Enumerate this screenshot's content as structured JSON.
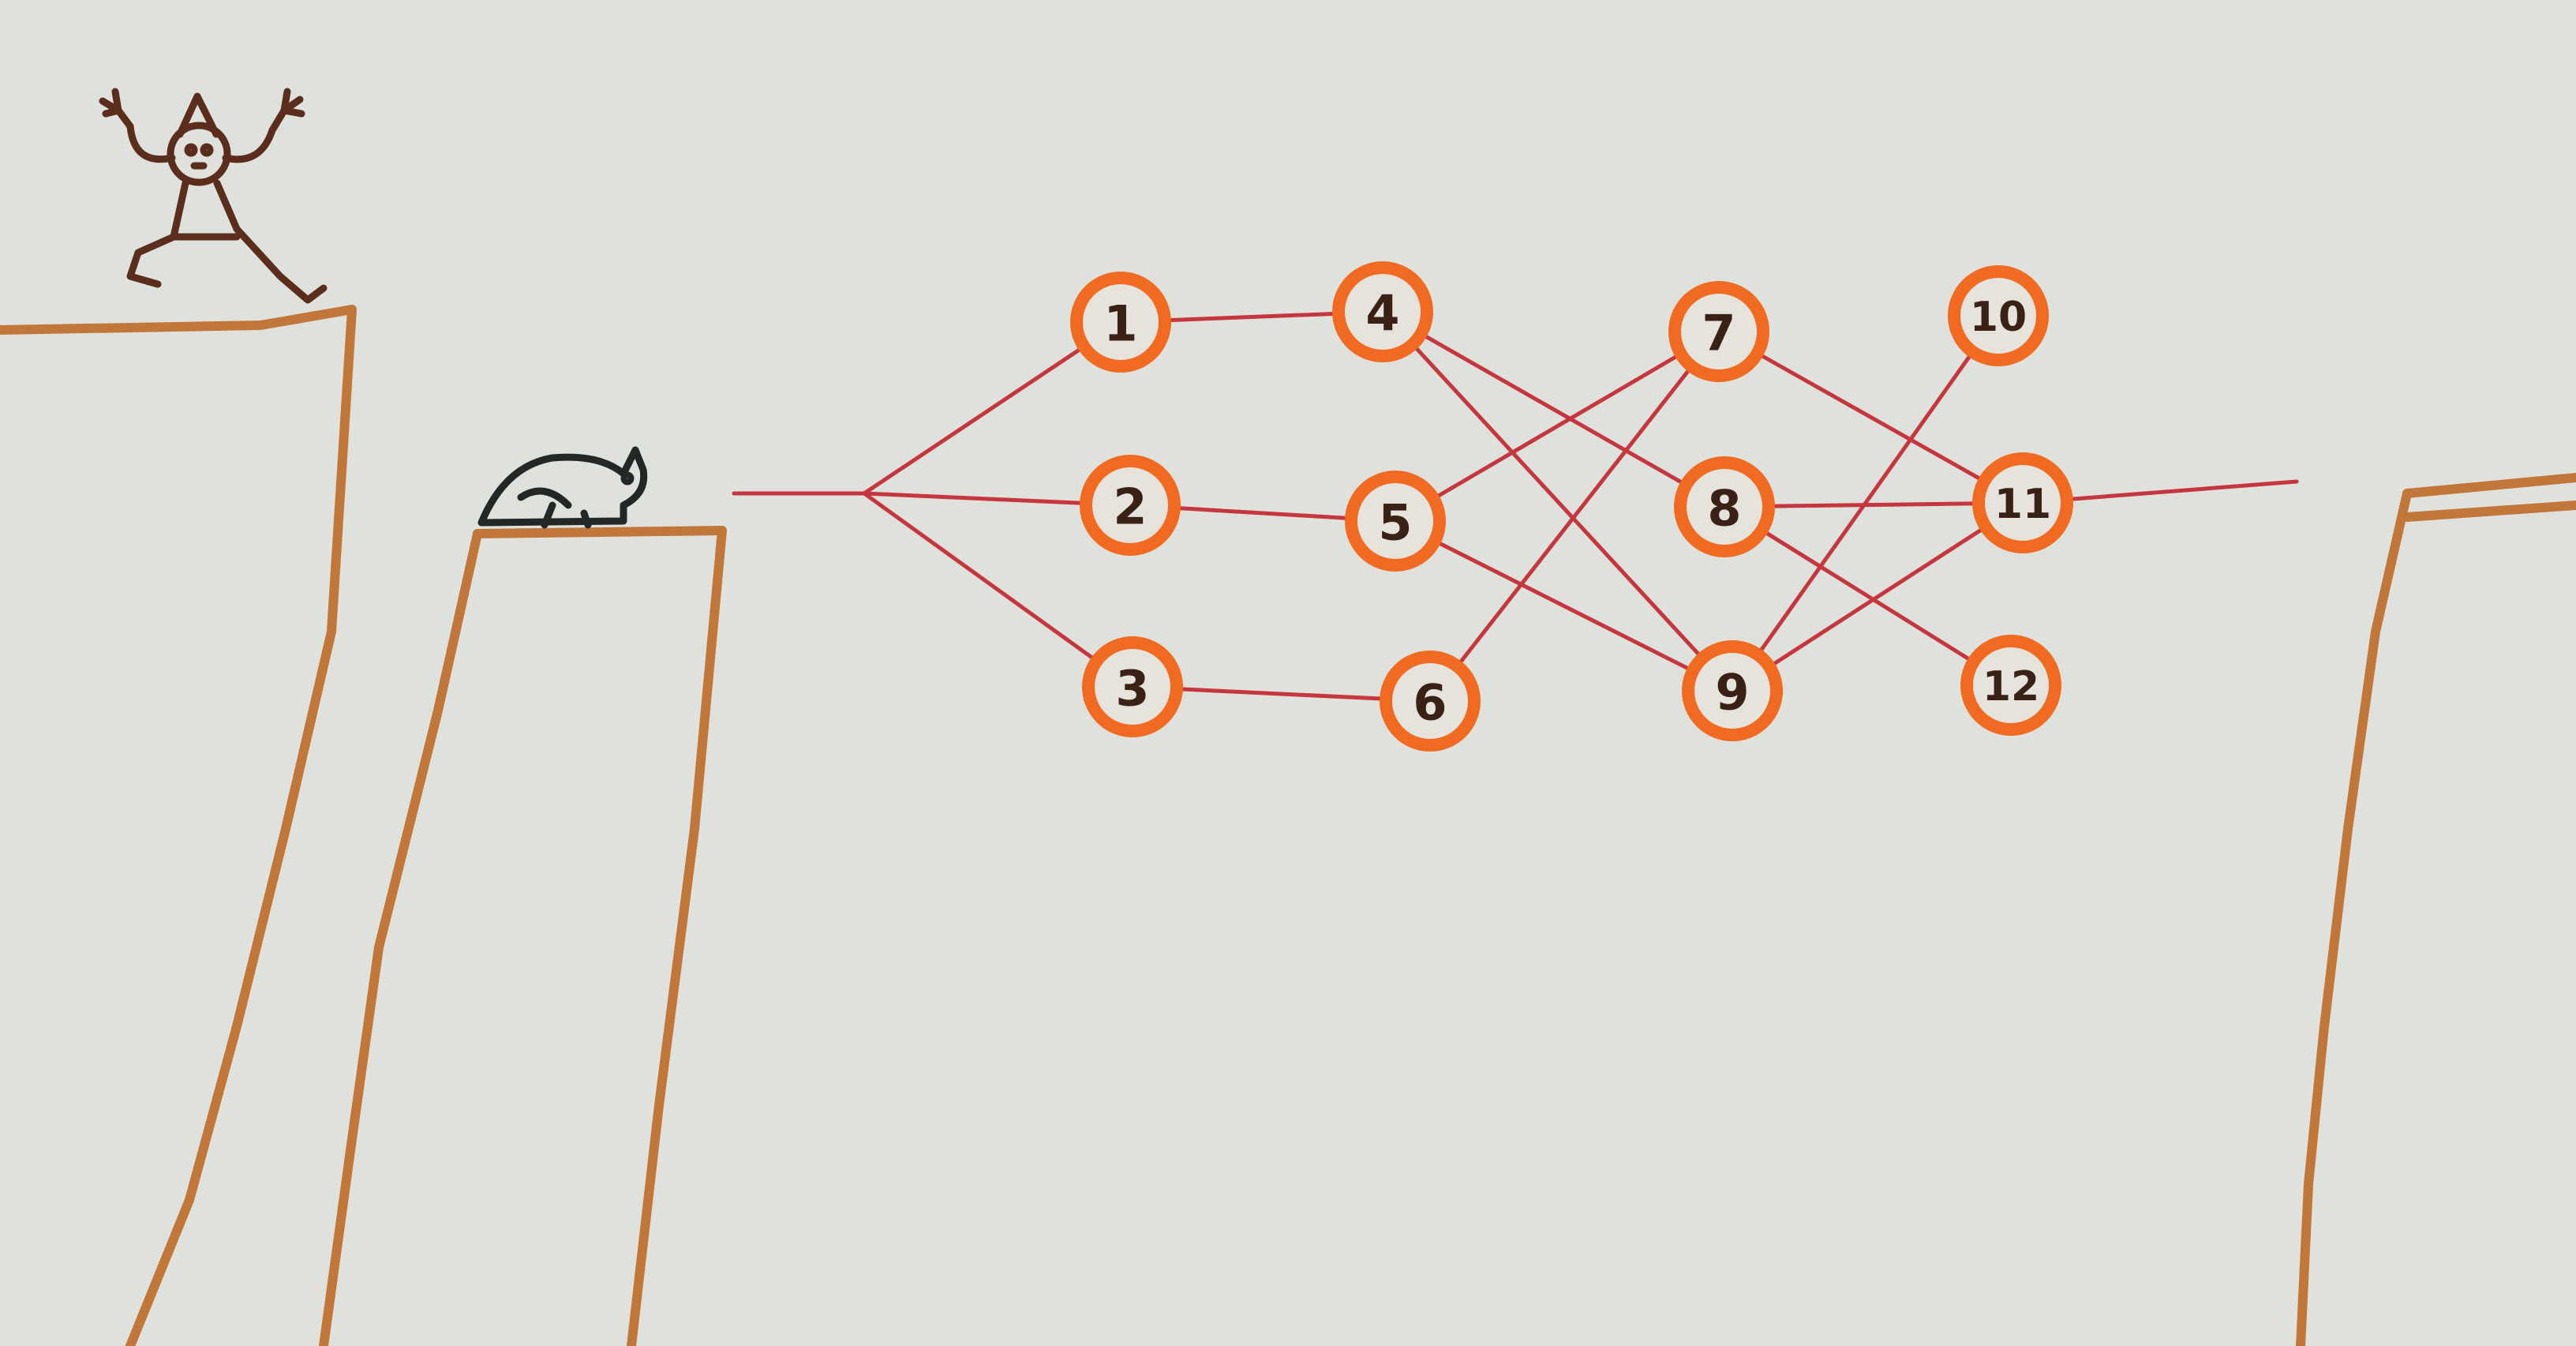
{
  "colors": {
    "paper": "#dfe1dc",
    "cliff": "#c2773a",
    "bridge_edge": "#c5363e",
    "node_ring": "#f06a22",
    "node_text": "#3a2116",
    "monkey": "#5a2d1c",
    "mouse": "#222826"
  },
  "figures": {
    "monkey_icon": "monkey-icon",
    "mouse_icon": "mouse-icon"
  },
  "nodes": [
    {
      "id": 1,
      "label": "1"
    },
    {
      "id": 2,
      "label": "2"
    },
    {
      "id": 3,
      "label": "3"
    },
    {
      "id": 4,
      "label": "4"
    },
    {
      "id": 5,
      "label": "5"
    },
    {
      "id": 6,
      "label": "6"
    },
    {
      "id": 7,
      "label": "7"
    },
    {
      "id": 8,
      "label": "8"
    },
    {
      "id": 9,
      "label": "9"
    },
    {
      "id": 10,
      "label": "10"
    },
    {
      "id": 11,
      "label": "11"
    },
    {
      "id": 12,
      "label": "12"
    }
  ],
  "edges": [
    [
      "in",
      1
    ],
    [
      "in",
      2
    ],
    [
      "in",
      3
    ],
    [
      1,
      4
    ],
    [
      2,
      5
    ],
    [
      3,
      6
    ],
    [
      4,
      8
    ],
    [
      4,
      9
    ],
    [
      5,
      7
    ],
    [
      5,
      9
    ],
    [
      6,
      7
    ],
    [
      7,
      11
    ],
    [
      8,
      11
    ],
    [
      8,
      12
    ],
    [
      9,
      10
    ],
    [
      9,
      11
    ],
    [
      11,
      "out"
    ]
  ]
}
